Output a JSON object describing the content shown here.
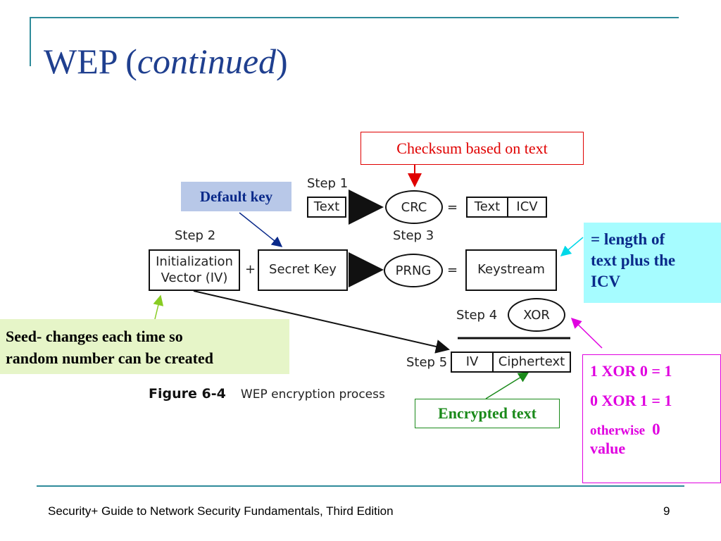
{
  "slide": {
    "title_main": "WEP (",
    "title_italic": "continued",
    "title_close": ")",
    "footer_text": "Security+ Guide to Network Security Fundamentals, Third Edition",
    "page_number": "9"
  },
  "figure": {
    "caption_label": "Figure 6-4",
    "caption_text": "WEP encryption process",
    "step1": "Step 1",
    "step2": "Step 2",
    "step3": "Step 3",
    "step4": "Step 4",
    "step5": "Step 5",
    "text": "Text",
    "crc": "CRC",
    "equals": "=",
    "icv": "ICV",
    "iv_line1": "Initialization",
    "iv_line2": "Vector (IV)",
    "plus": "+",
    "secret_key": "Secret Key",
    "prng": "PRNG",
    "keystream": "Keystream",
    "xor": "XOR",
    "iv": "IV",
    "ciphertext": "Ciphertext"
  },
  "callouts": {
    "checksum": "Checksum based on text",
    "default_key": "Default key",
    "length_line1": "= length of",
    "length_line2": "text plus the",
    "length_line3": "ICV",
    "seed_line1": "Seed- changes each time so",
    "seed_line2": "random number can be created",
    "encrypted": "Encrypted text",
    "xor_rule1": "1 XOR 0 = 1",
    "xor_rule2": "0 XOR 1 = 1",
    "xor_rule3a": "otherwise",
    "xor_rule3b": "0",
    "xor_rule3c": "value"
  },
  "colors": {
    "title": "#1f3f8f",
    "accent_line": "#2e8b9a",
    "checksum": "#e00000",
    "default_key_bg": "#b8c8e8",
    "default_key_text": "#0a2a8a",
    "length_bg": "#a6fcff",
    "length_text": "#0a2a8a",
    "seed_bg": "#e6f5c8",
    "encrypted_text": "#1a8a1a",
    "xor_text": "#e000e0"
  }
}
